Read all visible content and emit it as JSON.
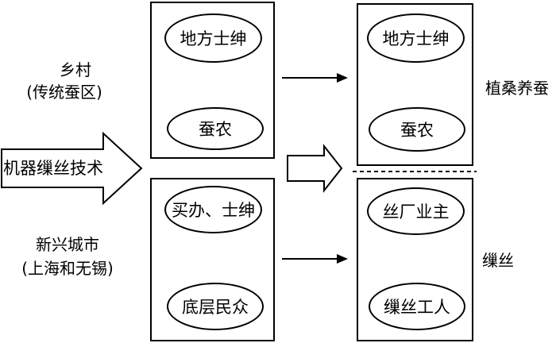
{
  "left": {
    "rural_title": "乡村",
    "rural_sub": "(传统蚕区)",
    "arrow_label": "机器缫丝技术",
    "urban_title": "新兴城市",
    "urban_sub": "(上海和无锡)"
  },
  "middle": {
    "top": {
      "upper": "地方士绅",
      "lower": "蚕农"
    },
    "bottom": {
      "upper": "买办、士绅",
      "lower": "底层民众"
    }
  },
  "right": {
    "top": {
      "upper": "地方士绅",
      "lower": "蚕农",
      "label": "植桑养蚕"
    },
    "bottom": {
      "upper": "丝厂业主",
      "lower": "缫丝工人",
      "label": "缫丝"
    }
  }
}
